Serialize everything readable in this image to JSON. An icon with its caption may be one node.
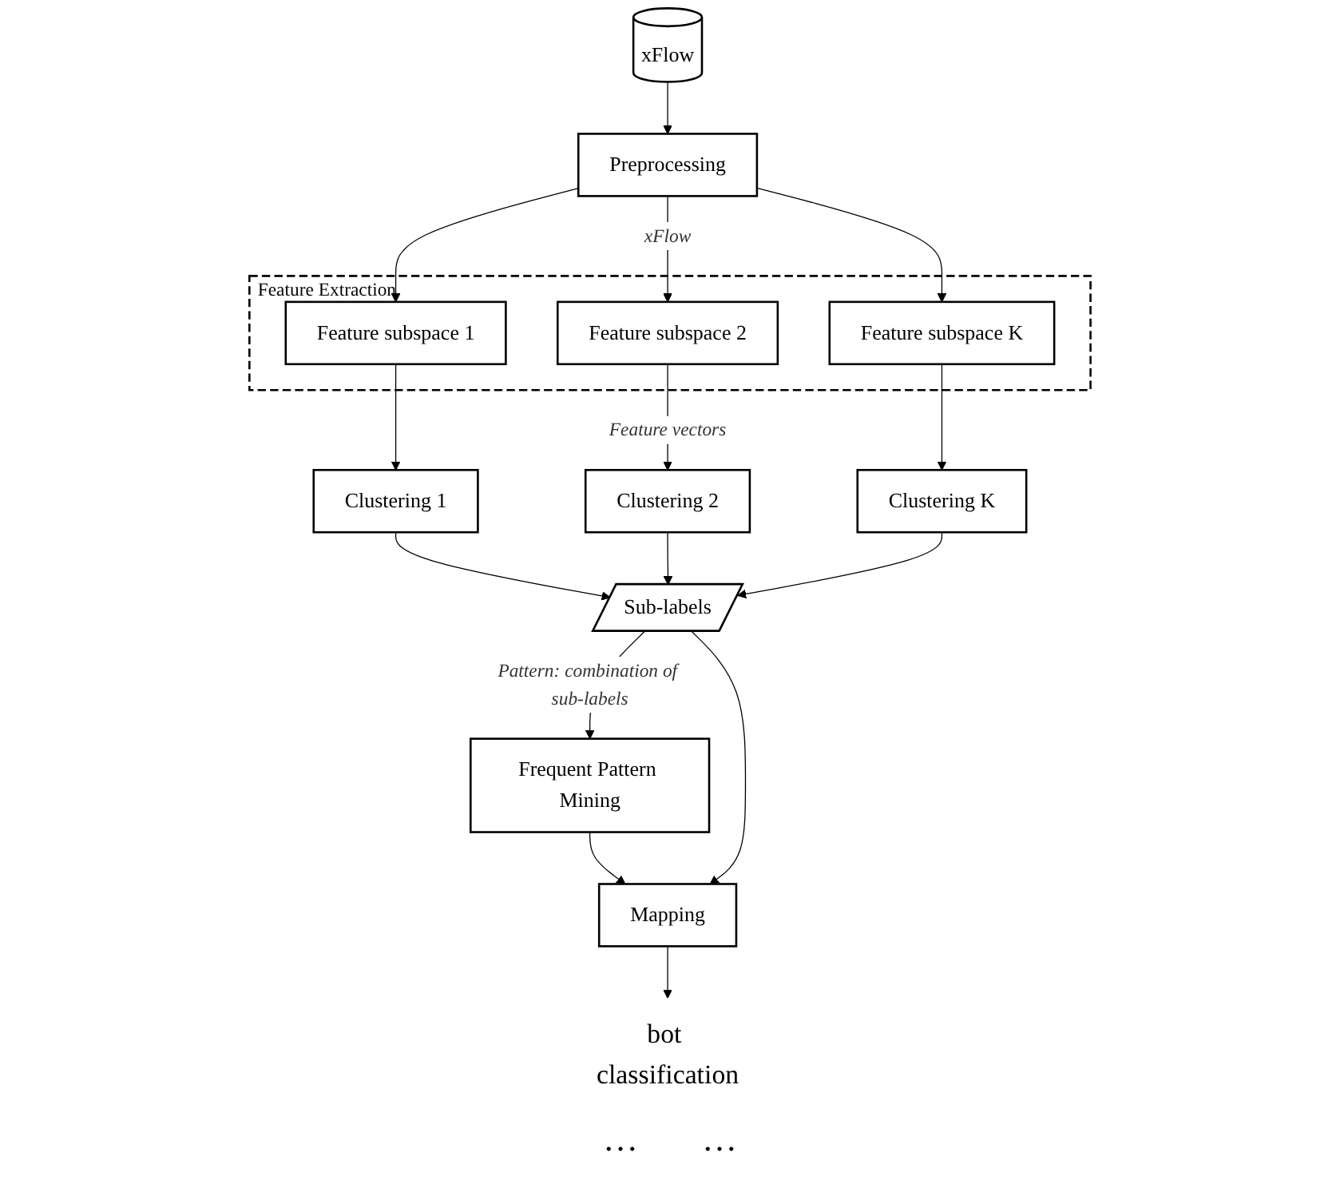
{
  "diagram": {
    "nodes": [
      {
        "text": [
          "xFlow"
        ]
      },
      {
        "text": [
          "Preprocessing"
        ]
      },
      {
        "text": [
          "Feature Extraction"
        ]
      },
      {
        "text": [
          "Feature subspace 1"
        ],
        "in": 2
      },
      {
        "text": [
          "Feature subspace 2"
        ],
        "in": 2
      },
      {
        "text": [
          "Feature subspace K"
        ],
        "in": 2
      },
      {
        "text": [
          "Clustering 1"
        ]
      },
      {
        "text": [
          "Clustering 2"
        ]
      },
      {
        "text": [
          "Clustering K"
        ]
      },
      {
        "text": [
          "Sub-labels"
        ]
      },
      {
        "text": [
          "Frequent Pattern Mining"
        ]
      },
      {
        "text": [
          "Mapping"
        ]
      },
      {
        "text": [
          "bot classification"
        ]
      }
    ],
    "edges": [
      {
        "from": 0,
        "to": 1,
        "arrow": "to"
      },
      {
        "from": 1,
        "to": 3,
        "arrow": "to"
      },
      {
        "from": 1,
        "to": 4,
        "arrow": "to",
        "label": "xFlow"
      },
      {
        "from": 1,
        "to": 5,
        "arrow": "to"
      },
      {
        "from": 3,
        "to": 6,
        "arrow": "to"
      },
      {
        "from": 4,
        "to": 7,
        "arrow": "to",
        "label": "Feature vectors"
      },
      {
        "from": 5,
        "to": 8,
        "arrow": "to"
      },
      {
        "from": 6,
        "to": 9,
        "arrow": "to"
      },
      {
        "from": 7,
        "to": 9,
        "arrow": "to"
      },
      {
        "from": 8,
        "to": 9,
        "arrow": "to"
      },
      {
        "from": 9,
        "to": 10,
        "arrow": "to",
        "label": "Pattern: combination of sub-labels"
      },
      {
        "from": 10,
        "to": 11,
        "arrow": "to"
      },
      {
        "from": 9,
        "to": 11,
        "arrow": "to"
      },
      {
        "from": 11,
        "to": 12,
        "arrow": "to"
      }
    ],
    "labels": [
      "…",
      "…"
    ]
  }
}
